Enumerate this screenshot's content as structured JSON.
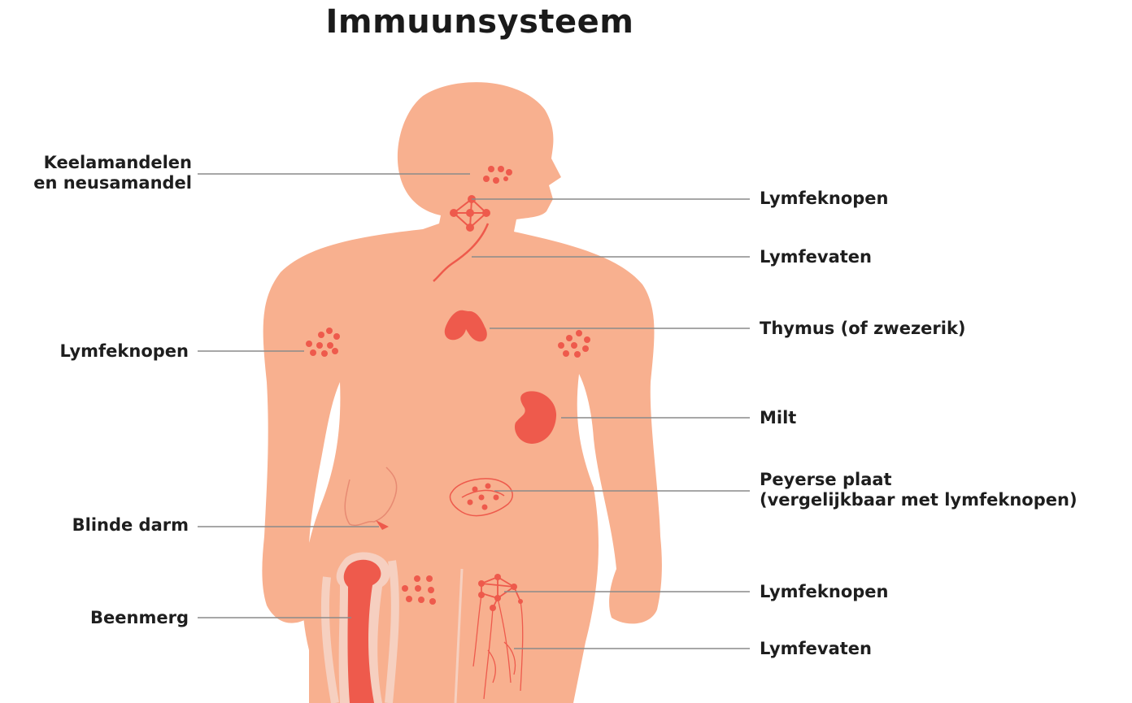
{
  "title": "Immuunsysteem",
  "labels": {
    "tonsils_line1": "Keelamandelen",
    "tonsils_line2": "en neusamandel",
    "lymph_nodes_neck": "Lymfeknopen",
    "lymph_vessels_neck": "Lymfevaten",
    "lymph_nodes_armpit": "Lymfeknopen",
    "thymus": "Thymus (of zwezerik)",
    "spleen": "Milt",
    "peyer_line1": "Peyerse plaat",
    "peyer_line2": "(vergelijkbaar met lymfeknopen)",
    "appendix": "Blinde darm",
    "lymph_nodes_groin": "Lymfeknopen",
    "bone_marrow": "Beenmerg",
    "lymph_vessels_leg": "Lymfevaten"
  },
  "colors": {
    "skin": "#f8b08f",
    "organ": "#ee5a4c",
    "outline": "#f6d0c0",
    "leader": "#8a8a8a"
  }
}
